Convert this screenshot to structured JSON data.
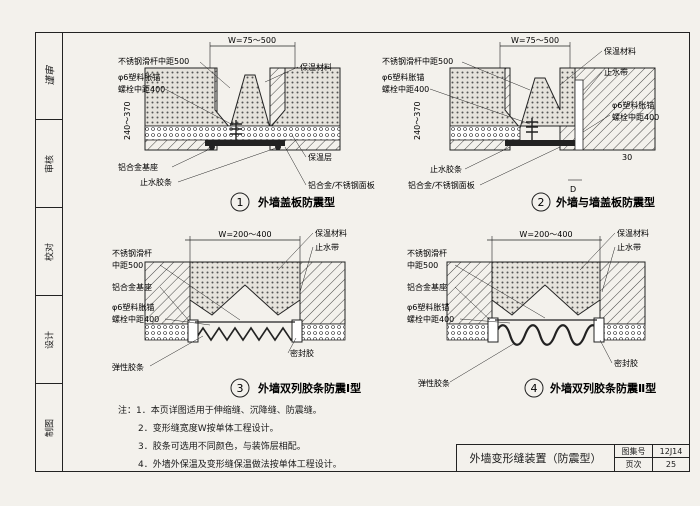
{
  "sidebar": [
    "制图",
    "审定",
    "校对",
    "设计",
    "审核"
  ],
  "detail1": {
    "dim": "W=75～500",
    "labels_left": [
      "不锈钢滑杆中距500",
      "φ6塑料胀锚",
      "螺栓中距400"
    ],
    "label_right": "保温材料",
    "label_prot": "保温层",
    "labels_bottom": [
      "铝合金基座",
      "止水胶条"
    ],
    "label_panel": "铝合金/不锈钢面板",
    "thickness": "240～370",
    "number": "1",
    "title": "外墙盖板防震型"
  },
  "detail2": {
    "dim": "W=75～500",
    "labels_left": [
      "不锈钢滑杆中距500",
      "φ6塑料胀锚",
      "螺栓中距400"
    ],
    "labels_right": [
      "保温材料",
      "止水带",
      "φ6塑料胀锚",
      "螺栓中距400"
    ],
    "labels_bottom": [
      "止水胶条",
      "铝合金/不锈钢面板"
    ],
    "thickness": "240～370",
    "dim_d": "D",
    "dim_30": "30",
    "number": "2",
    "title": "外墙与墙盖板防震型"
  },
  "detail3": {
    "dim": "W=200～400",
    "labels_left": [
      "不锈钢滑杆",
      "中距500",
      "铝合金基座",
      "φ6塑料胀锚",
      "螺栓中距400",
      "弹性胶条"
    ],
    "labels_right": [
      "保温材料",
      "止水带",
      "密封胶"
    ],
    "number": "3",
    "title": "外墙双列胶条防震Ⅰ型"
  },
  "detail4": {
    "dim": "W=200～400",
    "labels_left": [
      "不锈钢滑杆",
      "中距500",
      "铝合金基座",
      "φ6塑料胀锚",
      "螺栓中距400",
      "弹性胶条"
    ],
    "labels_right": [
      "保温材料",
      "止水带",
      "密封胶"
    ],
    "number": "4",
    "title": "外墙双列胶条防震Ⅱ型"
  },
  "notes": [
    "注：1．本页详图适用于伸缩缝、沉降缝、防震缝。",
    "2．变形缝宽度W按单体工程设计。",
    "3．胶条可选用不同颜色，与装饰层相配。",
    "4．外墙外保温及变形缝保温做法按单体工程设计。"
  ],
  "title_block": {
    "title": "外墙变形缝装置（防震型）",
    "atlas_label": "图集号",
    "atlas_value": "12J14",
    "page_label": "页次",
    "page_value": "25"
  }
}
